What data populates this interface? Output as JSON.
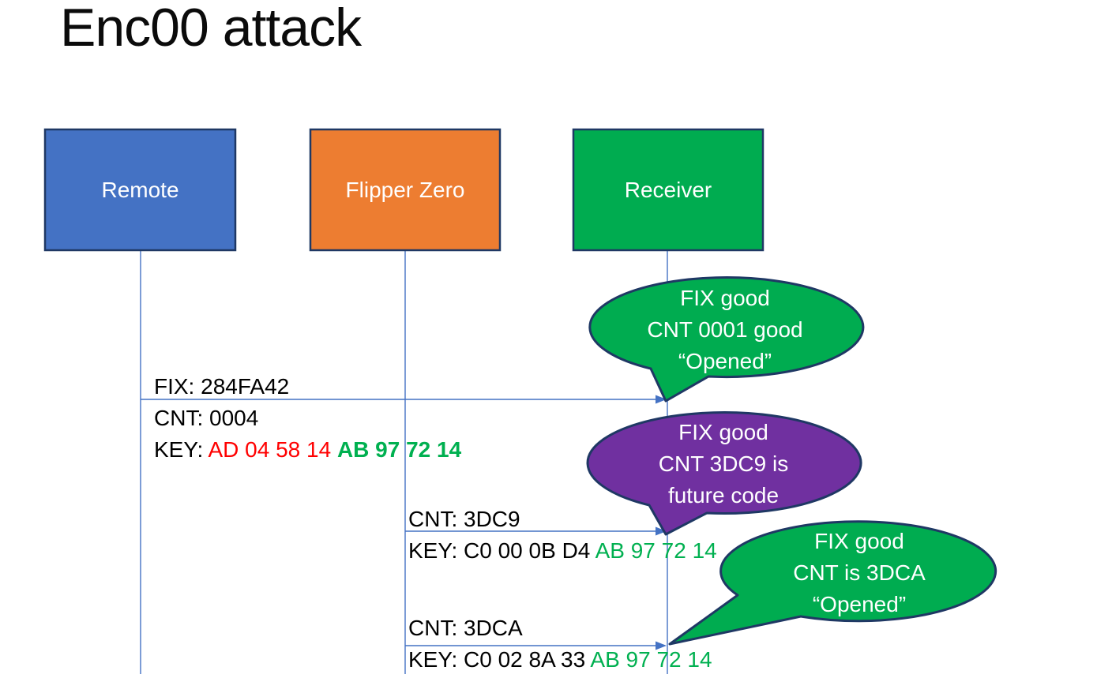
{
  "title": "Enc00 attack",
  "actors": [
    {
      "label": "Remote",
      "fill": "#4472C4"
    },
    {
      "label": "Flipper Zero",
      "fill": "#ED7D31"
    },
    {
      "label": "Receiver",
      "fill": "#00AC50"
    }
  ],
  "messages": {
    "m1": {
      "fix": "FIX: 284FA42",
      "cnt": "CNT: 0004",
      "key_prefix": "KEY: ",
      "key_red": "AD 04 58 14 ",
      "key_green": "AB 97 72 14"
    },
    "m2": {
      "cnt": "CNT: 3DC9",
      "key_prefix": "KEY: C0 00 0B D4 ",
      "key_green": "AB 97 72 14"
    },
    "m3": {
      "cnt": "CNT: 3DCA",
      "key_prefix": "KEY: C0 02 8A 33 ",
      "key_green": "AB 97 72 14"
    }
  },
  "callouts": {
    "c1": {
      "fill": "#00AC50",
      "line1": "FIX good",
      "line2": "CNT 0001 good",
      "line3": "“Opened”"
    },
    "c2": {
      "fill": "#7030A0",
      "line1": "FIX good",
      "line2": "CNT 3DC9 is",
      "line3": "future code"
    },
    "c3": {
      "fill": "#00AC50",
      "line1": "FIX good",
      "line2": "CNT is 3DCA",
      "line3": "“Opened”"
    }
  },
  "colors": {
    "shape_border": "#1F3864",
    "connector_blue": "#4472C4",
    "key_red_text": "#FF0000",
    "key_green_text": "#00B050",
    "callout_text": "#FFFFFF"
  }
}
